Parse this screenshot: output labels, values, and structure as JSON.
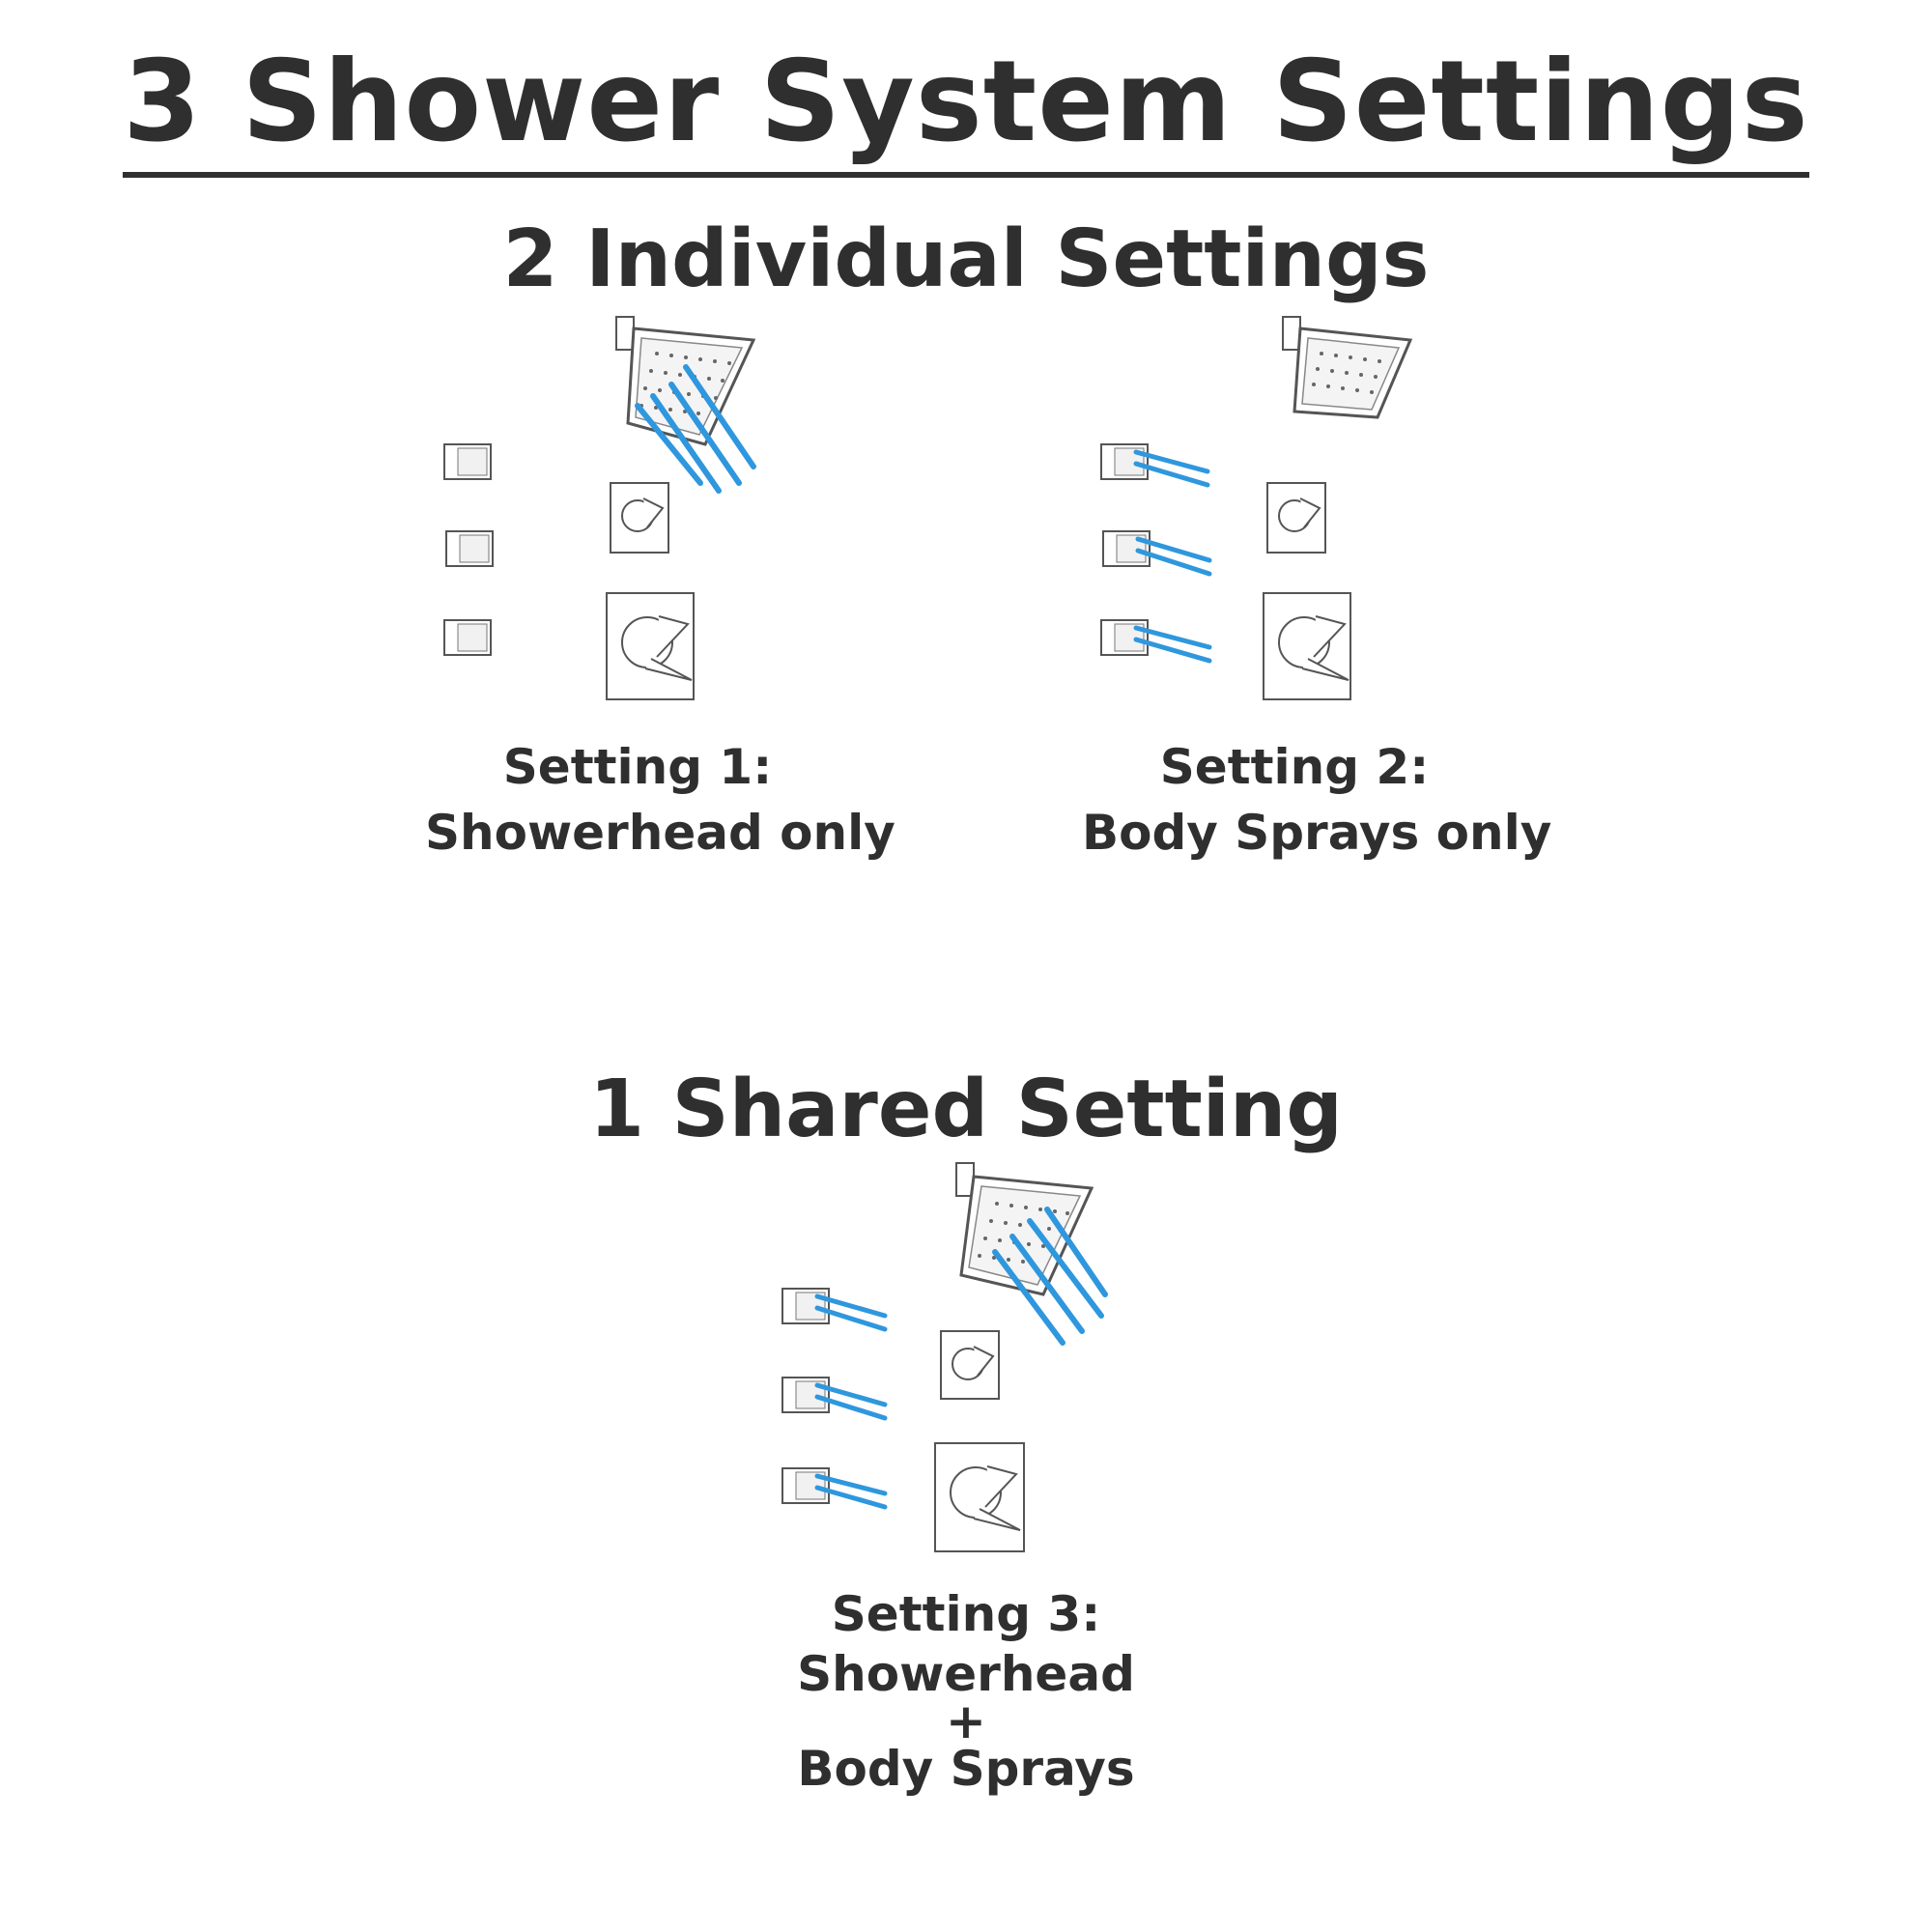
{
  "title": "3 Shower System Settings",
  "sections": {
    "individual": {
      "heading": "2 Individual Settings",
      "setting1": {
        "line1": "Setting 1:",
        "line2": "Showerhead only"
      },
      "setting2": {
        "line1": "Setting 2:",
        "line2": "Body Sprays only"
      }
    },
    "shared": {
      "heading": "1 Shared Setting",
      "setting3": {
        "line1": "Setting 3:",
        "line2": "Showerhead",
        "line3": "+",
        "line4": "Body Sprays"
      }
    }
  },
  "colors": {
    "water": "#2f97dd",
    "text": "#2f2f2f",
    "fixture_line": "#555555"
  }
}
